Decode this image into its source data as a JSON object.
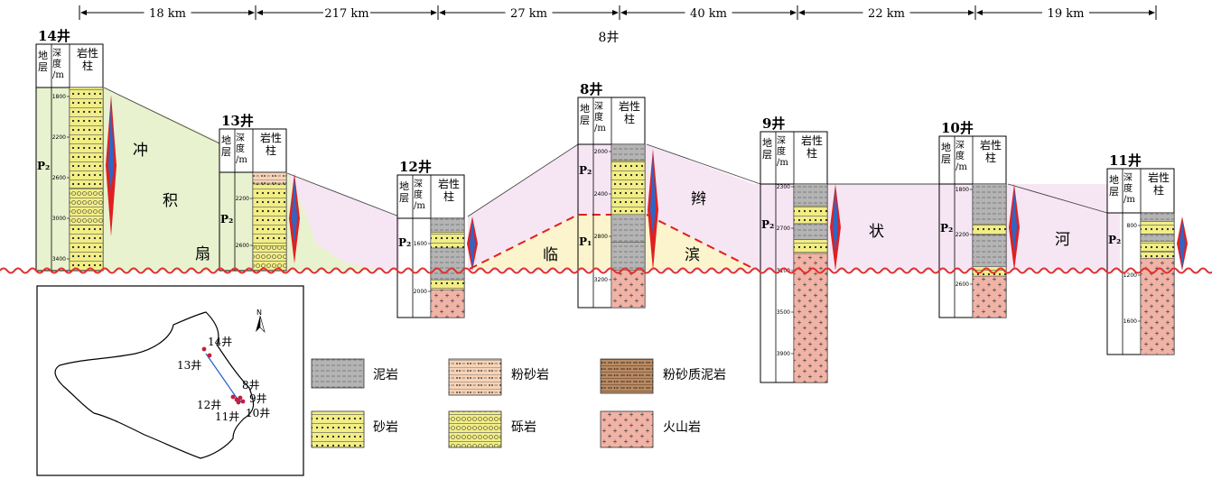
{
  "distances": [
    "18 km",
    "217 km",
    "27 km",
    "40 km",
    "22 km",
    "19 km"
  ],
  "top_center_label": "8井",
  "header": {
    "strata": "地层",
    "depth": "深度/m",
    "lith": "岩性柱"
  },
  "wells": [
    {
      "name": "14井",
      "strata": [
        "P₂"
      ],
      "depths": [
        "1800",
        "2200",
        "2600",
        "3000",
        "3400"
      ]
    },
    {
      "name": "13井",
      "strata": [
        "P₂"
      ],
      "depths": [
        "2200",
        "2600"
      ]
    },
    {
      "name": "12井",
      "strata": [
        "P₂"
      ],
      "depths": [
        "1600",
        "2000"
      ]
    },
    {
      "name": "8井",
      "strata": [
        "P₂",
        "P₁"
      ],
      "depths": [
        "2000",
        "2400",
        "2800",
        "3200"
      ]
    },
    {
      "name": "9井",
      "strata": [
        "P₂"
      ],
      "depths": [
        "2300",
        "2700",
        "3100",
        "3500",
        "3900"
      ]
    },
    {
      "name": "10井",
      "strata": [
        "P₂"
      ],
      "depths": [
        "1800",
        "2200",
        "2600"
      ]
    },
    {
      "name": "11井",
      "strata": [
        "P₂"
      ],
      "depths": [
        "800",
        "1200",
        "1600"
      ]
    }
  ],
  "facies_labels": {
    "alluvial": [
      "冲",
      "积",
      "扇"
    ],
    "shore": [
      "临",
      "滨"
    ],
    "braided": [
      "辫",
      "状",
      "河"
    ]
  },
  "legend": [
    {
      "label": "泥岩",
      "pattern": "mudstone"
    },
    {
      "label": "粉砂岩",
      "pattern": "siltstone"
    },
    {
      "label": "粉砂质泥岩",
      "pattern": "silty-mudstone"
    },
    {
      "label": "砂岩",
      "pattern": "sandstone"
    },
    {
      "label": "砾岩",
      "pattern": "conglomerate"
    },
    {
      "label": "火山岩",
      "pattern": "volcanic"
    }
  ],
  "inset_map": {
    "labels": [
      "14井",
      "13井",
      "8井",
      "9井",
      "12井",
      "11井",
      "10井"
    ],
    "north": "N"
  },
  "colors": {
    "alluvial_fill": "#e8f2cf",
    "braided_fill": "#f6e6f3",
    "shore_fill": "#fbf4cc",
    "sandstone": "#f2ee86",
    "volcanic": "#f1b3a6",
    "mudstone": "#b4b4b4",
    "siltstone": "#f7d3b6",
    "silty_mudstone": "#b98b64",
    "unconformity": "#e03030"
  }
}
